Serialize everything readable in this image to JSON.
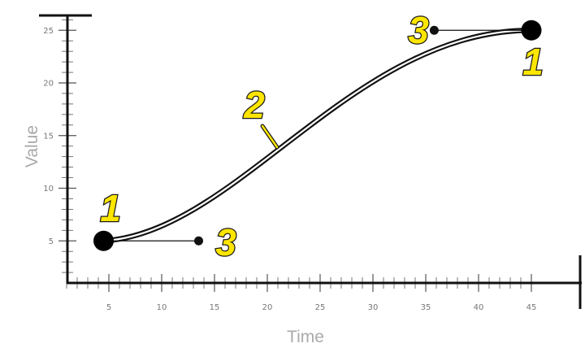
{
  "chart_data": {
    "type": "line",
    "xlabel": "Time",
    "ylabel": "Value",
    "x_ticks": [
      5,
      10,
      15,
      20,
      25,
      30,
      35,
      40,
      45
    ],
    "y_ticks": [
      5,
      10,
      15,
      20,
      25
    ],
    "xlim": [
      1,
      45
    ],
    "ylim": [
      1,
      26
    ],
    "keyframes": [
      {
        "x": 4.5,
        "y": 5
      },
      {
        "x": 45,
        "y": 25
      }
    ],
    "handles": [
      {
        "from": 0,
        "x": 13.5,
        "y": 5
      },
      {
        "from": 1,
        "x": 35.8,
        "y": 25
      }
    ],
    "callouts": [
      {
        "text": "1",
        "target": "keyframe-start"
      },
      {
        "text": "1",
        "target": "keyframe-end"
      },
      {
        "text": "2",
        "target": "curve"
      },
      {
        "text": "3",
        "target": "handle-start"
      },
      {
        "text": "3",
        "target": "handle-end"
      }
    ]
  }
}
